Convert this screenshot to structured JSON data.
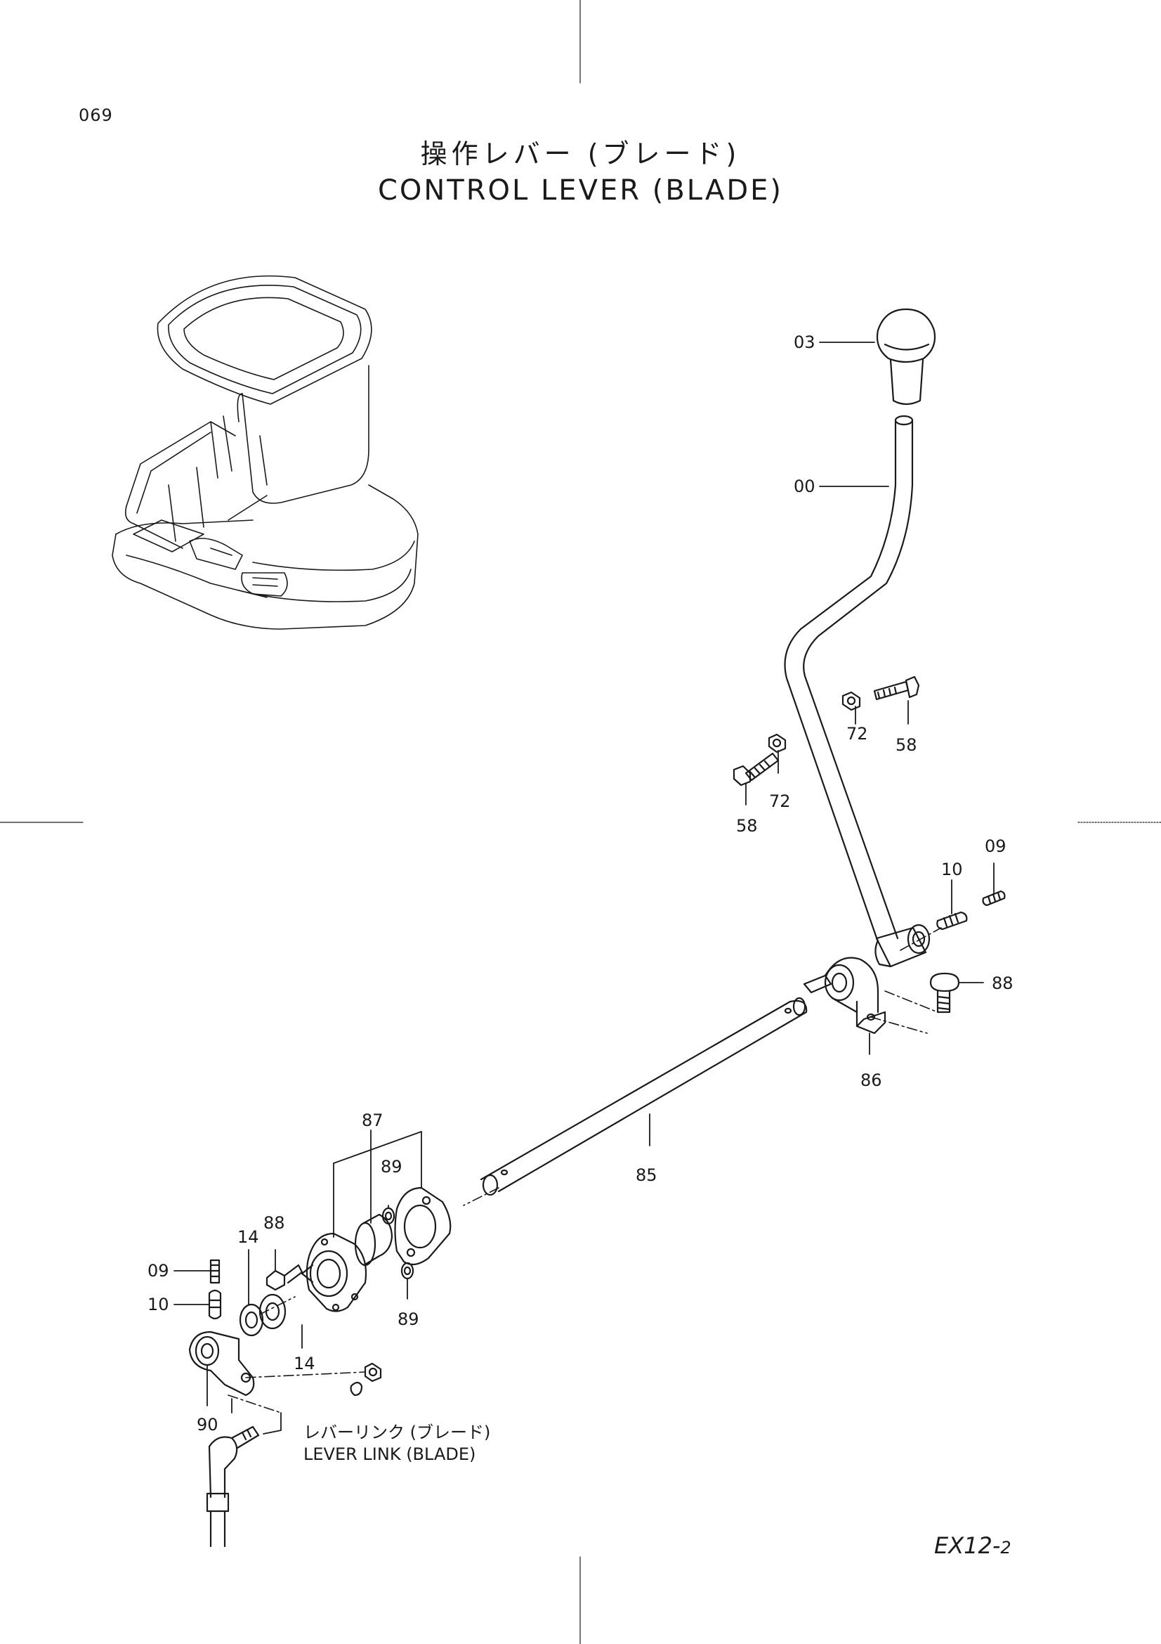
{
  "page_number": "069",
  "title": {
    "japanese": "操作レバー (ブレード)",
    "english": "CONTROL LEVER (BLADE)"
  },
  "sub_assembly": {
    "japanese": "レバーリンク (ブレード)",
    "english": "LEVER LINK (BLADE)"
  },
  "model": {
    "main": "EX12-",
    "suffix": "2"
  },
  "callouts": {
    "c03": "03",
    "c00": "00",
    "c58a": "58",
    "c72a": "72",
    "c58b": "58",
    "c72b": "72",
    "c09a": "09",
    "c10a": "10",
    "c88a": "88",
    "c86": "86",
    "c85": "85",
    "c87": "87",
    "c89a": "89",
    "c89b": "89",
    "c88b": "88",
    "c14a": "14",
    "c14b": "14",
    "c09b": "09",
    "c10b": "10",
    "c90": "90"
  },
  "colors": {
    "line": "#1a1a1a",
    "background": "#ffffff"
  }
}
